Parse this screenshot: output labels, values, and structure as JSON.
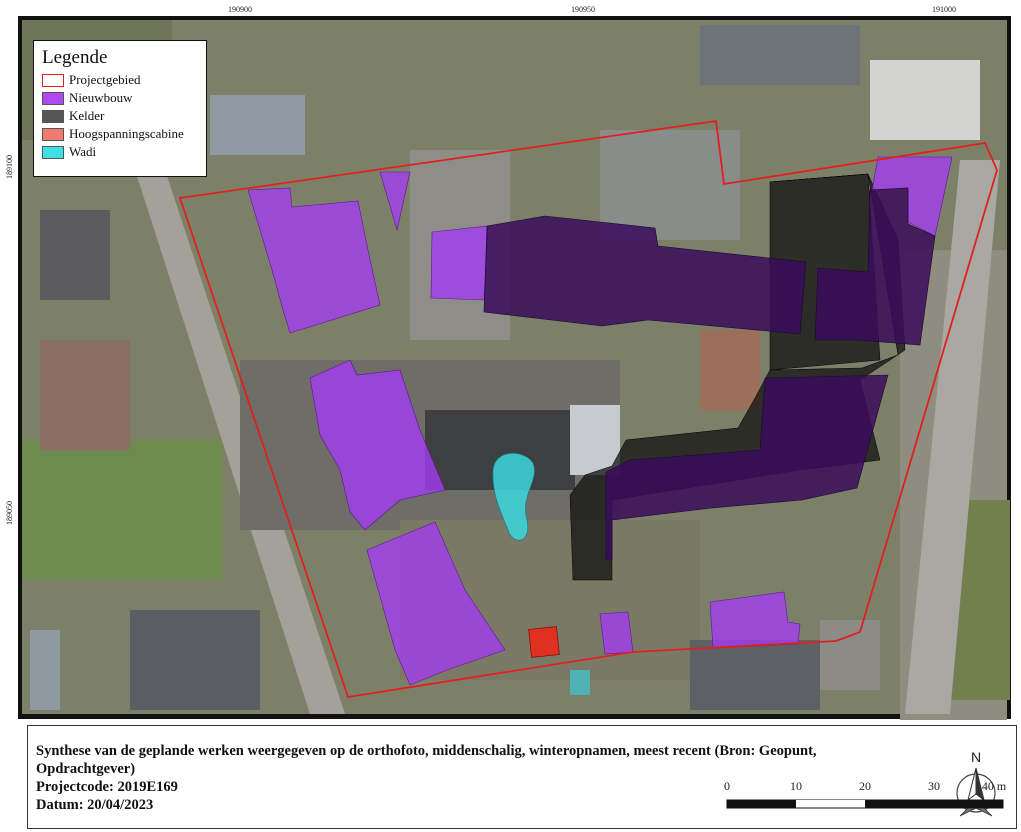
{
  "map": {
    "x_ticks": [
      "190900",
      "190950",
      "191000"
    ],
    "y_ticks": [
      "189100",
      "189050"
    ],
    "colors": {
      "projectgebied": "#e02020",
      "nieuwbouw": "#a33cf0",
      "kelder": "#111111",
      "hoogspanningscabine": "#e03020",
      "wadi": "#3cd6de"
    }
  },
  "legend": {
    "title": "Legende",
    "items": [
      {
        "label": "Projectgebied",
        "icon": "outline-swatch"
      },
      {
        "label": "Nieuwbouw",
        "icon": "purple-swatch"
      },
      {
        "label": "Kelder",
        "icon": "dark-swatch"
      },
      {
        "label": "Hoogspanningscabine",
        "icon": "red-swatch"
      },
      {
        "label": "Wadi",
        "icon": "cyan-swatch"
      }
    ]
  },
  "caption": {
    "line1": "Synthese van de geplande werken weergegeven op de orthofoto, middenschalig, winteropnamen, meest recent (Bron: Geopunt,",
    "line2": "Opdrachtgever)",
    "line3": "Projectcode: 2019E169",
    "line4": "Datum: 20/04/2023"
  },
  "scalebar": {
    "labels": [
      "0",
      "10",
      "20",
      "30",
      "40 m"
    ],
    "north": "N"
  }
}
